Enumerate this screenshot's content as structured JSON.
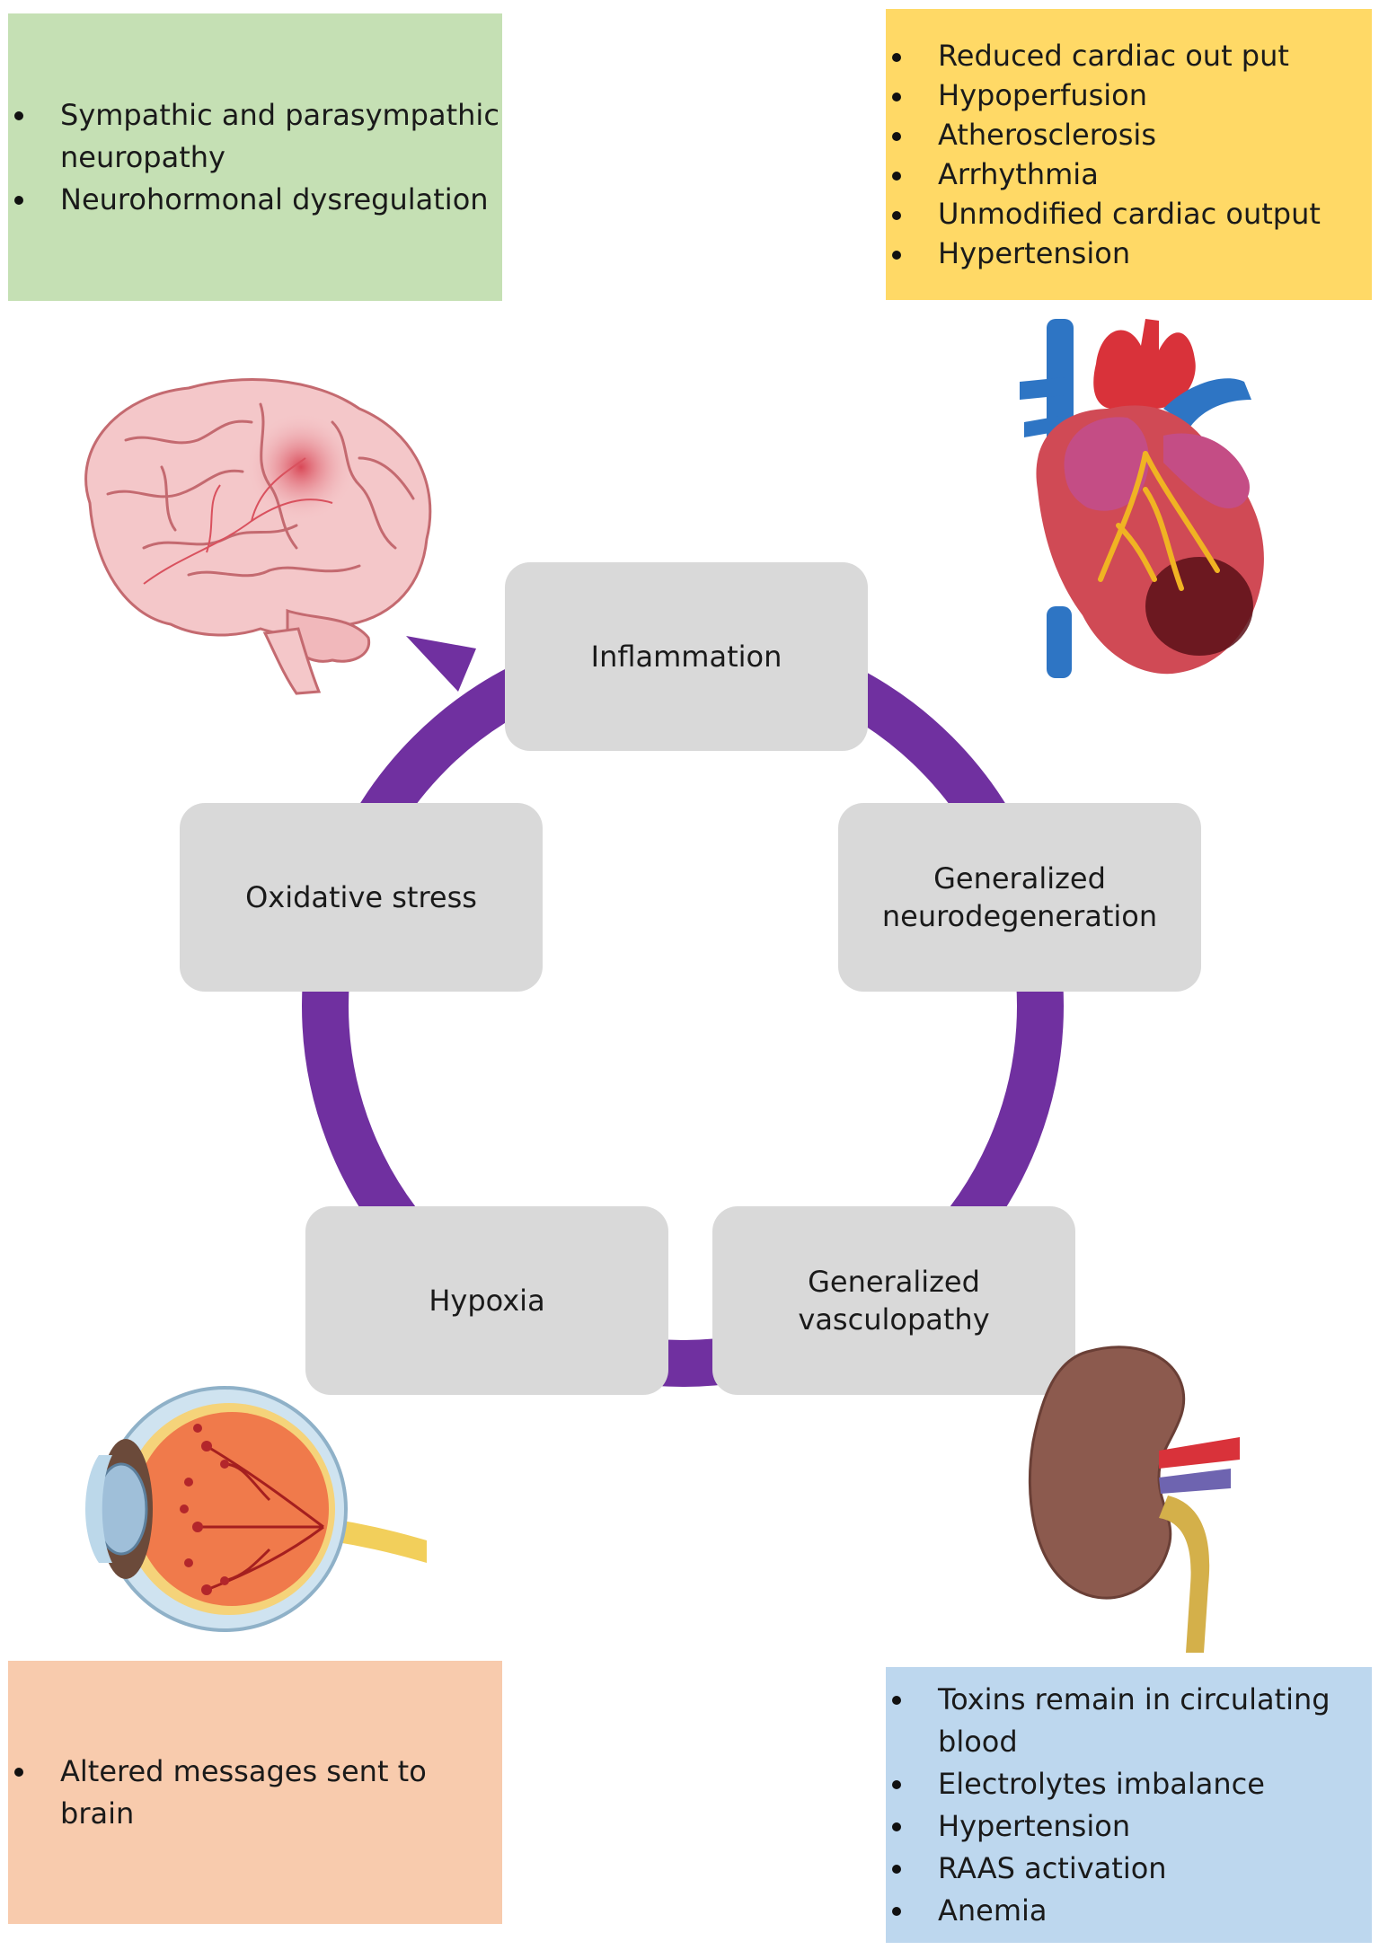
{
  "boxes": {
    "brain": {
      "items": [
        "Sympathic and parasympathic neuropathy",
        "Neurohormonal dysregulation"
      ],
      "color": "#c5e0b4"
    },
    "heart": {
      "items": [
        "Reduced cardiac out put",
        "Hypoperfusion",
        "Atherosclerosis",
        "Arrhythmia",
        "Unmodified cardiac output",
        "Hypertension"
      ],
      "color": "#ffd966"
    },
    "eye": {
      "items": [
        "Altered messages sent to brain"
      ],
      "color": "#f8cbad"
    },
    "kidney": {
      "items": [
        "Toxins remain in circulating blood",
        "Electrolytes imbalance",
        "Hypertension",
        "RAAS activation",
        "Anemia"
      ],
      "color": "#bdd7ee"
    }
  },
  "cycle": {
    "color": "#7030a0",
    "nodes": {
      "inflammation": "Inflammation",
      "neurodegeneration": "Generalized\nneurodegeneration",
      "vasculopathy": "Generalized\nvasculopathy",
      "hypoxia": "Hypoxia",
      "oxidative": "Oxidative stress"
    }
  },
  "illustrations": [
    "brain-icon",
    "heart-icon",
    "eye-icon",
    "kidney-icon"
  ]
}
